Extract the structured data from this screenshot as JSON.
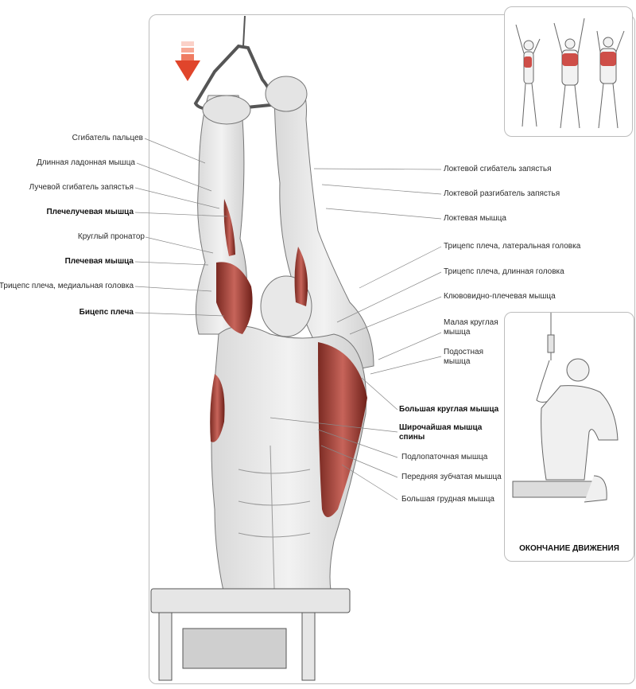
{
  "labels_left": [
    "Сгибатель пальцев",
    "Длинная ладонная мышца",
    "Лучевой сгибатель запястья",
    "Плечелучевая мышца",
    "Круглый пронатор",
    "Плечевая мышца",
    "Трицепс плеча, медиальная головка",
    "Бицепс плеча"
  ],
  "labels_right": [
    "Локтевой сгибатель запястья",
    "Локтевой разгибатель запястья",
    "Локтевая мышца",
    "Трицепс плеча, латеральная головка",
    "Трицепс плеча, длинная головка",
    "Клювовидно-плечевая мышца",
    "Малая круглая мышца",
    "Подостная мышца",
    "Большая круглая мышца",
    "Широчайшая мышца спины",
    "Подлопаточная мышца",
    "Передняя зубчатая мышца",
    "Большая грудная мышца"
  ],
  "insets": {
    "end_caption": "ОКОНЧАНИЕ ДВИЖЕНИЯ"
  },
  "colors": {
    "muscle_highlight": "#b3453a",
    "arrow": "#e0452b",
    "frame_border": "#bdbdbd"
  },
  "icons": {
    "movement_direction": "arrow-down-icon"
  }
}
